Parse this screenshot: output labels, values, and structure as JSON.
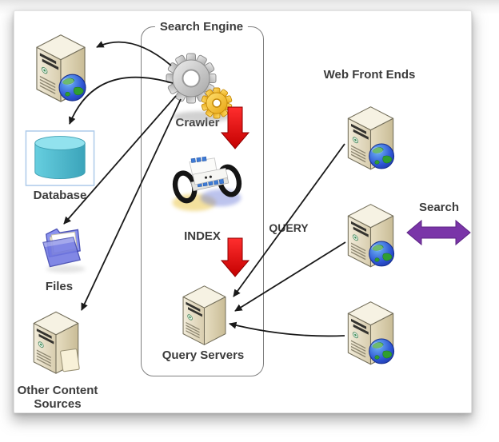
{
  "diagram": {
    "title": "Search Engine",
    "labels": {
      "search_engine": "Search Engine",
      "crawler": "Crawler",
      "index": "INDEX",
      "query_servers": "Query Servers",
      "database": "Database",
      "files": "Files",
      "other_content_line1": "Other Content",
      "other_content_line2": "Sources",
      "web_front_ends": "Web Front Ends",
      "query": "QUERY",
      "search": "Search"
    },
    "icons": {
      "crawler": "double-gears-icon",
      "index": "rolodex-icon",
      "query_servers": "server-tower-icon",
      "content_web_server": "server-tower-with-globe-icon",
      "database": "cylinder-database-icon",
      "files": "open-folder-icon",
      "other_content_sources": "server-tower-with-document-icon",
      "web_front_end": "server-tower-with-globe-icon"
    },
    "colors": {
      "flow_arrow_red": "#E60E0E",
      "search_arrow_purple": "#7A35A8",
      "connector_black": "#1A1A1A",
      "box_border_gray": "#7F7F7F",
      "database_cyan": "#4FC0D4",
      "folder_blue": "#7B84E8",
      "gear_gray": "#C9C9C9",
      "gear_yellow": "#F5C426"
    }
  }
}
